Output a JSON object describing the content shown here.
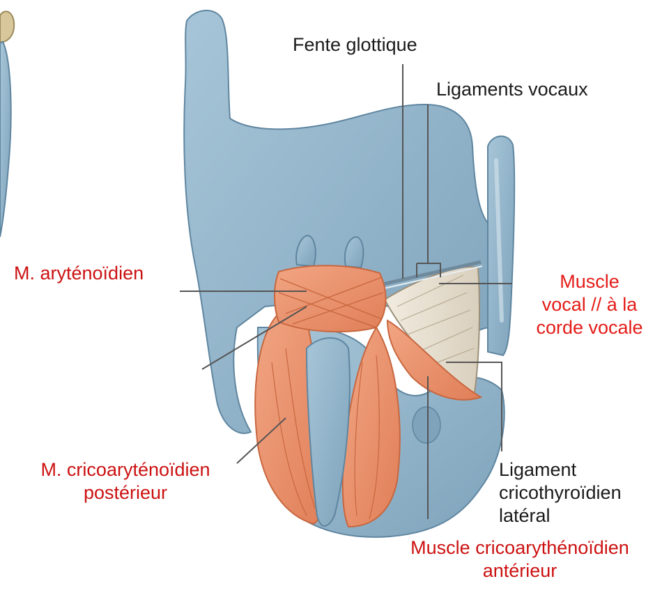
{
  "labels": {
    "fente_glottique": "Fente glottique",
    "ligaments_vocaux": "Ligaments vocaux",
    "m_arytenoidien": "M. aryténoïdien",
    "muscle_vocal_l1": "Muscle",
    "muscle_vocal_l2": "vocal // à la",
    "muscle_vocal_l3": "corde vocale",
    "m_cricoaryt_post_l1": "M. cricoaryténoïdien",
    "m_cricoaryt_post_l2": "postérieur",
    "ligament_crico_l1": "Ligament",
    "ligament_crico_l2": "cricothyroïdien",
    "ligament_crico_l3": "latéral",
    "muscle_cricoaryt_ant_l1": "Muscle cricoarythénoïdien",
    "muscle_cricoaryt_ant_l2": "antérieur"
  },
  "colors": {
    "cartilage": "#8fb3c9",
    "cartilage_dark": "#6f95ad",
    "muscle": "#e9936f",
    "muscle_line": "#c8673f",
    "ligament": "#e8e1d3",
    "label_black": "#1a1a1a",
    "label_red": "#cc1111",
    "leader": "#555555"
  }
}
